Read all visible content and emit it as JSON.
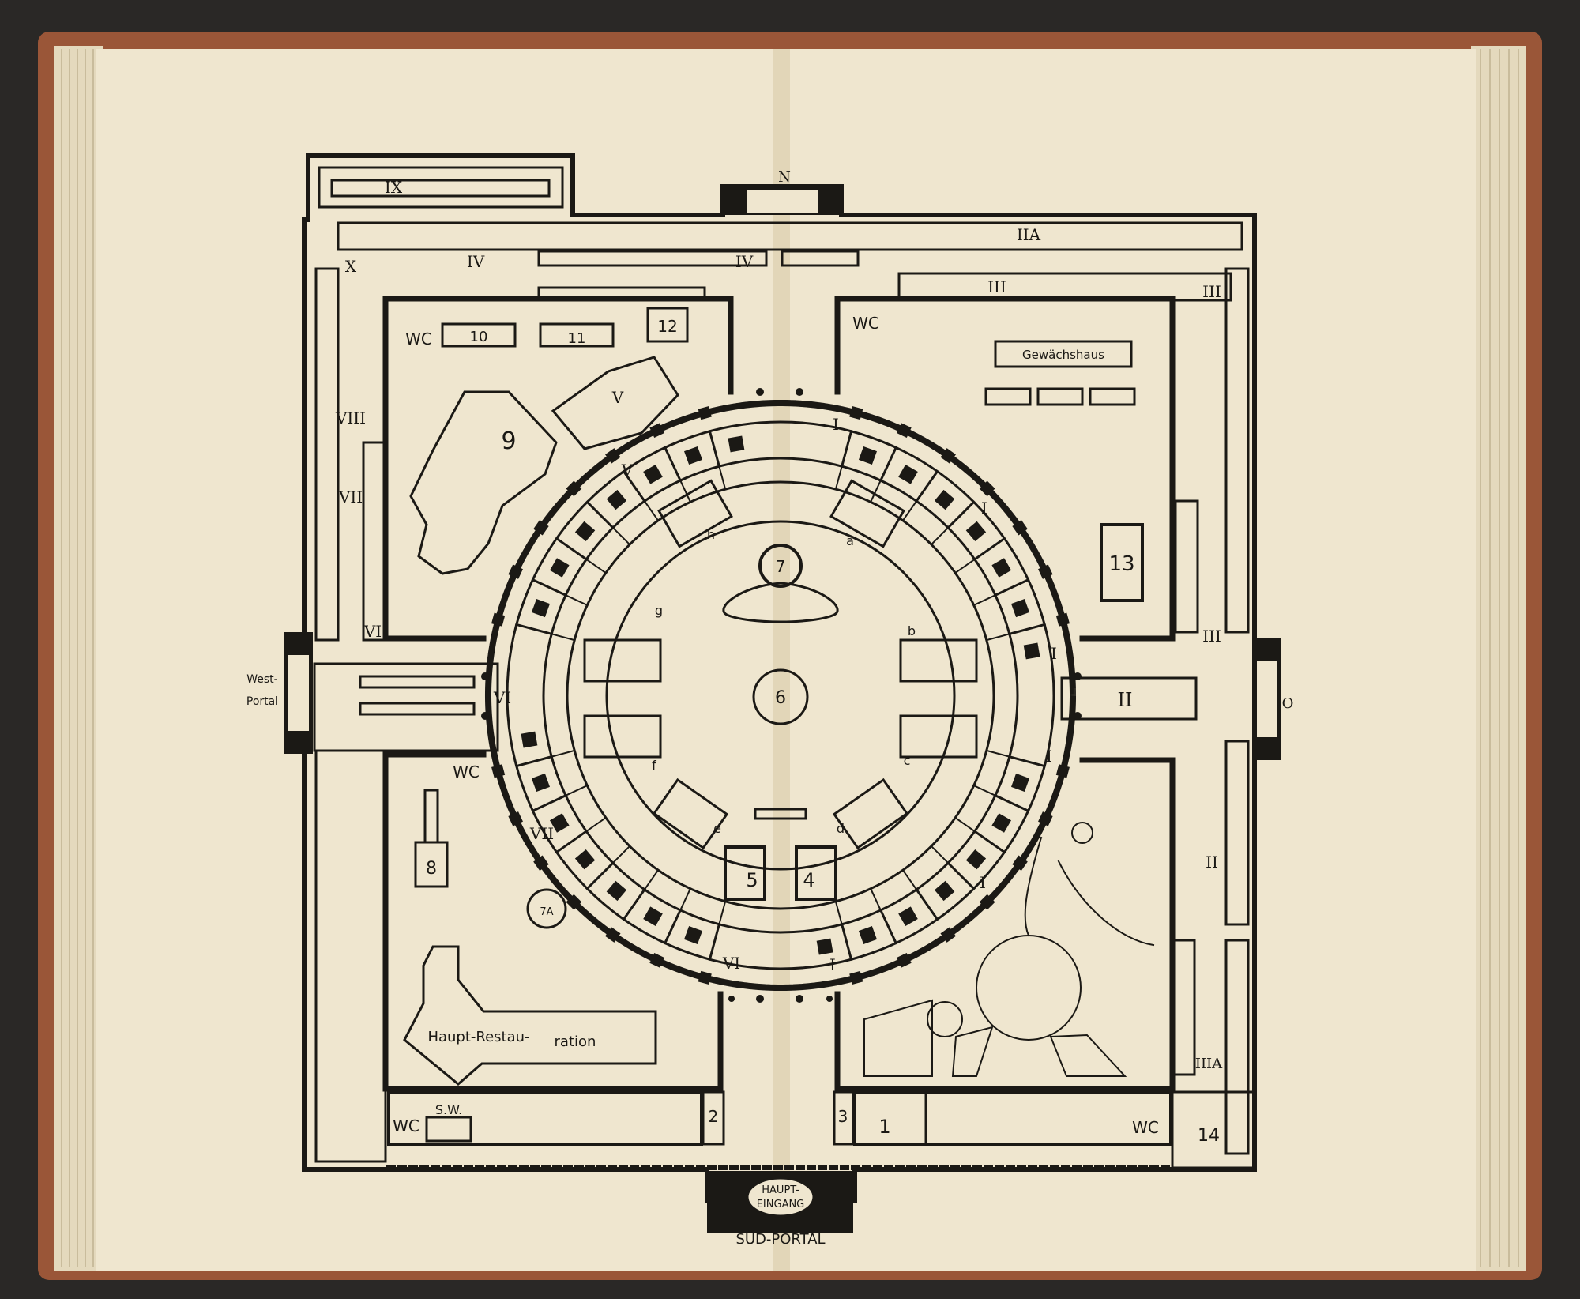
{
  "labels": {
    "north": "N",
    "west_portal_1": "West-",
    "west_portal_2": "Portal",
    "east_portal": "O",
    "main_entrance_1": "HAUPT-",
    "main_entrance_2": "EINGANG",
    "south_portal": "SÜD-PORTAL",
    "greenhouse": "Gewächshaus",
    "main_restaurant_1": "Haupt-Restau-",
    "main_restaurant_2": "ration",
    "sw": "S.W.",
    "wc": "WC"
  },
  "roman": {
    "ix": "IX",
    "x": "X",
    "iv": "IV",
    "iia": "IIA",
    "iii": "III",
    "viii": "VIII",
    "vii": "VII",
    "vi": "VI",
    "v": "V",
    "i": "I",
    "ii": "II",
    "iiia": "IIIA"
  },
  "numbers": {
    "n1": "1",
    "n2": "2",
    "n3": "3",
    "n4": "4",
    "n5": "5",
    "n6": "6",
    "n7": "7",
    "n7a": "7A",
    "n8": "8",
    "n9": "9",
    "n10": "10",
    "n11": "11",
    "n12": "12",
    "n13": "13",
    "n14": "14"
  },
  "letters": {
    "a": "a",
    "b": "b",
    "c": "c",
    "d": "d",
    "e": "e",
    "f": "f",
    "g": "g",
    "h": "h"
  },
  "colors": {
    "paper": "#efe6cf",
    "ink": "#1b1915",
    "cover": "#9a5638",
    "background": "#2a2826"
  }
}
